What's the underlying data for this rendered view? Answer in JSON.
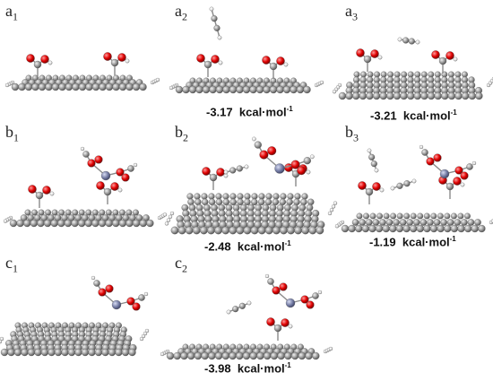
{
  "panels": [
    {
      "id": "a1",
      "letter": "a",
      "index": "1",
      "energy": ""
    },
    {
      "id": "a2",
      "letter": "a",
      "index": "2",
      "energy": "-3.17"
    },
    {
      "id": "a3",
      "letter": "a",
      "index": "3",
      "energy": "-3.21"
    },
    {
      "id": "b1",
      "letter": "b",
      "index": "1",
      "energy": ""
    },
    {
      "id": "b2",
      "letter": "b",
      "index": "2",
      "energy": "-2.48"
    },
    {
      "id": "b3",
      "letter": "b",
      "index": "3",
      "energy": "-1.19"
    },
    {
      "id": "c1",
      "letter": "c",
      "index": "1",
      "energy": ""
    },
    {
      "id": "c2",
      "letter": "c",
      "index": "2",
      "energy": "-3.98"
    }
  ],
  "unit": {
    "main": "kcal·mol",
    "exp": "-1"
  },
  "colors": {
    "carbon": "#8a8a8a",
    "oxygen": "#d40000",
    "hydrogen": "#f0f0f0",
    "nitrogen": "#7a80a8"
  }
}
